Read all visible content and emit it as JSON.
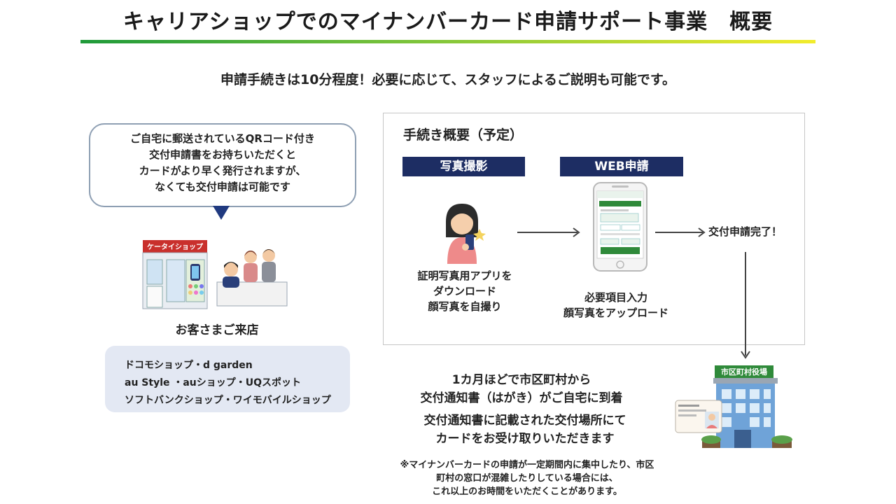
{
  "title": "キャリアショップでのマイナンバーカード申請サポート事業　概要",
  "subtitle": "申請手続きは10分程度！必要に応じて、スタッフによるご説明も可能です。",
  "bubble": {
    "lines": [
      "ご自宅に郵送されているQRコード付き",
      "交付申請書をお持ちいただくと",
      "カードがより早く発行されますが、",
      "なくても交付申請は可能です"
    ]
  },
  "store": {
    "sign": "ケータイショップ",
    "visit_label": "お客さまご来店"
  },
  "shops": [
    "ドコモショップ・d garden",
    "au Style ・auショップ・UQスポット",
    "ソフトバンクショップ・ワイモバイルショップ"
  ],
  "process": {
    "title": "手続き概要（予定）",
    "step1": {
      "header": "写真撮影",
      "caption": [
        "証明写真用アプリを",
        "ダウンロード",
        "顔写真を自撮り"
      ]
    },
    "step2": {
      "header": "WEB申請",
      "caption": [
        "必要項目入力",
        "顔写真をアップロード"
      ]
    },
    "done": "交付申請完了！"
  },
  "notice": {
    "lines": [
      "1カ月ほどで市区町村から",
      "交付通知書（はがき）がご自宅に到着"
    ]
  },
  "receive": {
    "lines": [
      "交付通知書に記載された交付場所にて",
      "カードをお受け取りいただきます"
    ]
  },
  "cityhall_sign": "市区町村役場",
  "footnote": {
    "lines": [
      "※マイナンバーカードの申請が一定期間内に集中したり、市区町村の窓口が混雑したりしている場合には、",
      "これ以上のお時間をいただくことがあります。"
    ]
  },
  "colors": {
    "navy": "#1d2d63",
    "gradient_start": "#1f9a3a",
    "gradient_end": "#f2ec2c",
    "shop_box": "#e3e8f3",
    "bubble_border": "#8e9fb3",
    "building_blue": "#6fa3d8",
    "sign_green": "#2f8a3a"
  }
}
